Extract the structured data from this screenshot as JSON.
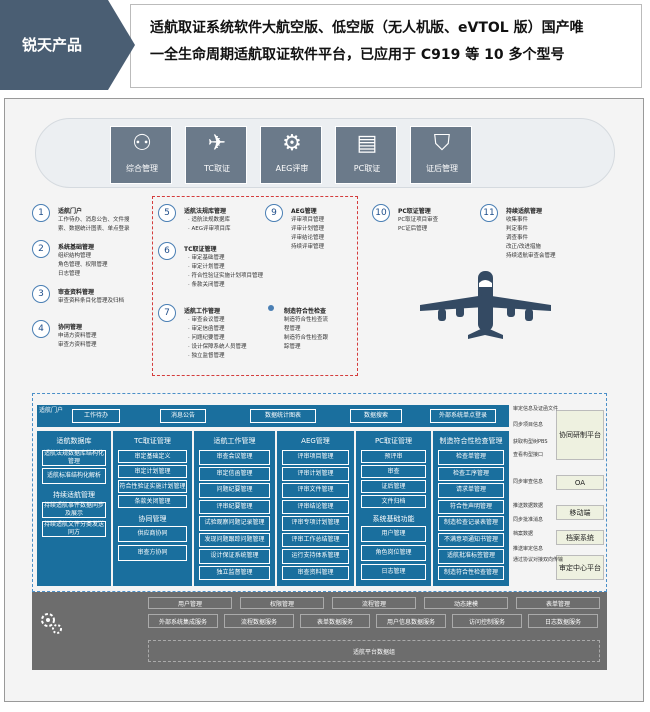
{
  "header": {
    "tag": "锐天产品",
    "line1": "适航取证系统软件大航空版、低空版（无人机版、eVTOL 版）国产唯",
    "line2": "一全生命周期适航取证软件平台，已应用于 C919 等 10 多个型号"
  },
  "modules": [
    "综合管理",
    "TC取证",
    "AEG评审",
    "PC取证",
    "证后管理"
  ],
  "items": [
    {
      "n": "1",
      "title": "适航门户",
      "lines": [
        "工作待办、消息公告、文件搜",
        "索、数据统计图表、单点登录"
      ]
    },
    {
      "n": "2",
      "title": "系统基础管理",
      "lines": [
        "组织结构管理",
        "角色管理、权限管理",
        "日志管理"
      ]
    },
    {
      "n": "3",
      "title": "审查资料管理",
      "lines": [
        "审查资料条目化管理及归档"
      ]
    },
    {
      "n": "4",
      "title": "协同管理",
      "lines": [
        "申请方资料管理",
        "审查方资料管理"
      ]
    },
    {
      "n": "5",
      "title": "适航法规库管理",
      "lines": [
        "适航法规数据库",
        "AEG评审项目库"
      ]
    },
    {
      "n": "6",
      "title": "TC取证管理",
      "lines": [
        "审定基础管理",
        "审定计划管理",
        "符合性验证实施计划项目管理",
        "条款关闭管理"
      ]
    },
    {
      "n": "7",
      "title": "适航工作管理",
      "lines": [
        "审查会议管理",
        "审定信函管理",
        "问题纪要管理",
        "设计保障系统人员管理",
        "独立监督管理"
      ]
    },
    {
      "n": "8",
      "title": "制造符合性检查",
      "lines": [
        "制造符合性检查流",
        "程管理",
        "制造符合性检查跟",
        "踪管理"
      ]
    },
    {
      "n": "9",
      "title": "AEG管理",
      "lines": [
        "评审项目管理",
        "评审计划管理",
        "评审结论管理",
        "持续评审管理"
      ]
    },
    {
      "n": "10",
      "title": "PC取证管理",
      "lines": [
        "PC取证项目审查",
        "PC证后管理"
      ]
    },
    {
      "n": "11",
      "title": "持续适航管理",
      "lines": [
        "收集事件",
        "判定事件",
        "调查事件",
        "改正/改进措施",
        "持续适航审查会管理"
      ]
    }
  ],
  "arch": {
    "portal": "适航门户",
    "portal_items": [
      "工作待办",
      "消息公告",
      "数据统计图表",
      "数据搜索",
      "外部系统单点登录"
    ],
    "columns": [
      {
        "title": "适航数据库",
        "items": [
          "适航法规数据库结构化管理",
          "适航标准结构化解析"
        ],
        "sub_title": "持续适航管理",
        "sub_items": [
          "持续适航事件数据同步及展示",
          "持续适航文件分类发送同方"
        ]
      },
      {
        "title": "TC取证管理",
        "items": [
          "审定基础定义",
          "审定计划管理",
          "符合性验证实施计划管理",
          "条款关闭管理"
        ],
        "sub_title": "协同管理",
        "sub_items": [
          "供应商协同",
          "审查方协同"
        ]
      },
      {
        "title": "适航工作管理",
        "items": [
          "审查会议管理",
          "审定信函管理",
          "问题纪要管理",
          "评审纪要管理",
          "试验观察问题记录管理",
          "发现问题跟踪问题管理",
          "设计保证系统管理",
          "独立监督管理"
        ]
      },
      {
        "title": "AEG管理",
        "items": [
          "评审项目管理",
          "评审计划管理",
          "评审文件管理",
          "评审结论管理",
          "评审专项计划管理",
          "评审工作总结管理",
          "运行支持体系管理",
          "审查资料管理"
        ]
      },
      {
        "title": "PC取证管理",
        "items": [
          "预评审",
          "审查",
          "证后管理",
          "文件归档"
        ],
        "sub_title": "系统基础功能",
        "sub_items": [
          "用户管理",
          "角色岗位管理",
          "日志管理"
        ]
      },
      {
        "title": "制造符合性检查管理",
        "items": [
          "检查单管理",
          "检查工序管理",
          "请求单管理",
          "符合性声明管理",
          "制造检查记录表管理",
          "不满意项通知书管理",
          "适航批准标签管理",
          "制造符合性检查管理"
        ]
      }
    ],
    "sides": [
      "协同研制平台",
      "OA",
      "移动端",
      "档案系统",
      "审定中心平台"
    ],
    "side_labels": [
      "审定信息及证函文件",
      "同步项目信息",
      "获取构型树PBS",
      "查看构型接口",
      "同步审查信息",
      "推送数据数据",
      "同步批准消息",
      "档案数据",
      "推送审定信息",
      "通过协议对接双向传输"
    ]
  },
  "platform": {
    "row1": [
      "用户管理",
      "权限管理",
      "流程管理",
      "动态建模",
      "表单管理"
    ],
    "row2": [
      "外部系统集成服务",
      "流程数据服务",
      "表单数据服务",
      "用户信息数据服务",
      "访问控制服务",
      "日志数据服务"
    ],
    "db": "适航平台数据组"
  }
}
